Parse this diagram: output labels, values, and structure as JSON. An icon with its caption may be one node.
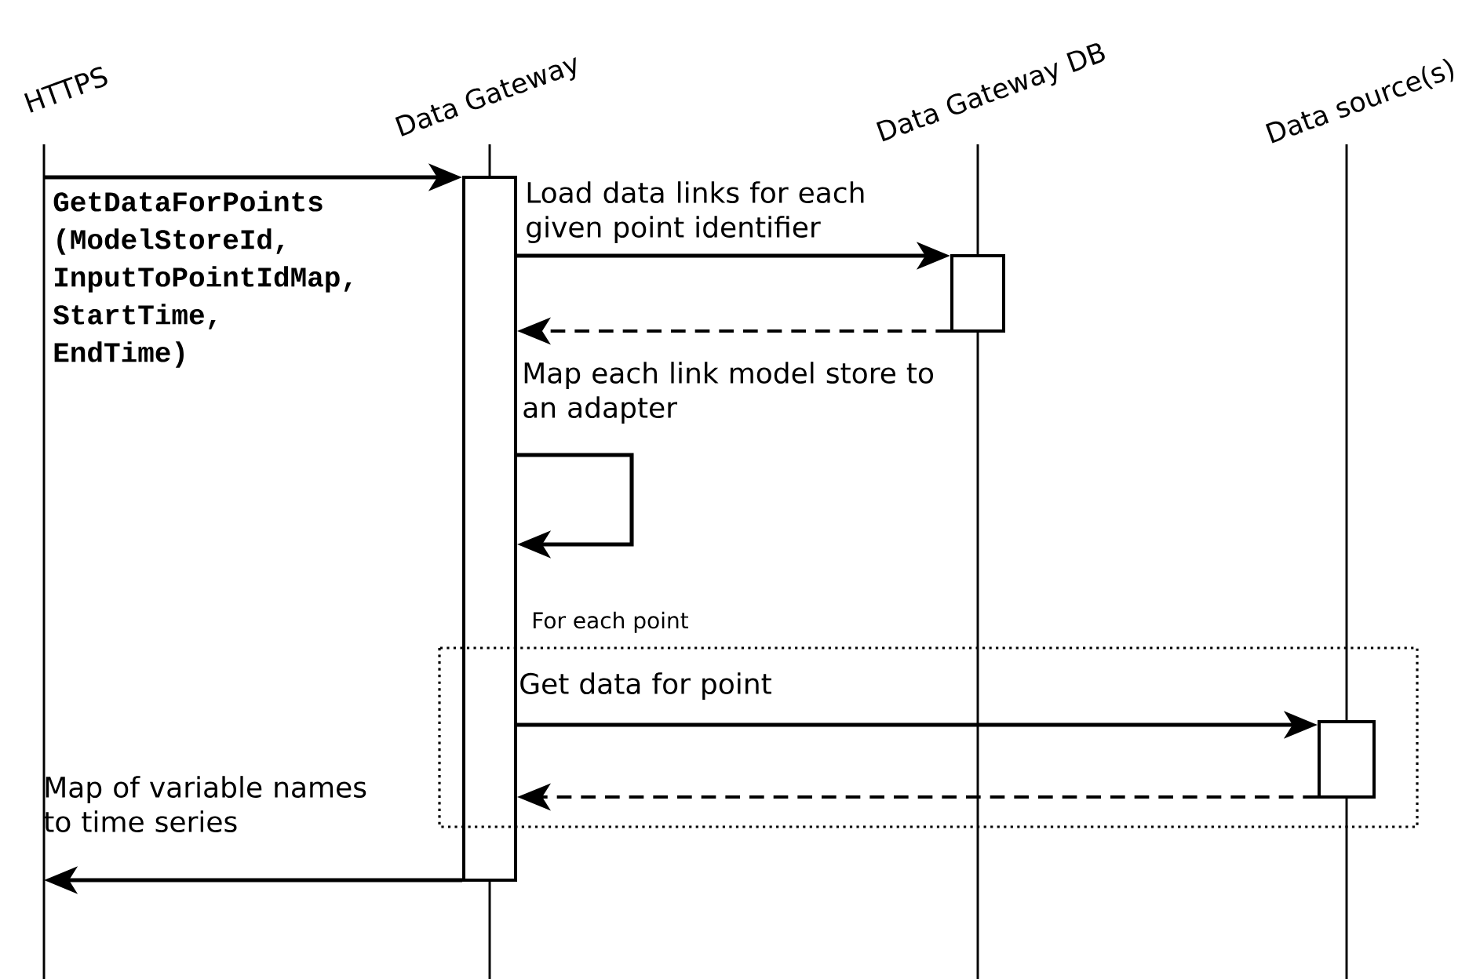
{
  "diagram": {
    "nodes": [
      {
        "text": [
          "HTTPS"
        ]
      },
      {
        "text": [
          "Data Gateway"
        ]
      },
      {
        "text": [
          "Data Gateway DB"
        ]
      },
      {
        "text": [
          "Data source(s)"
        ]
      },
      {
        "text": [],
        "shape": "bar",
        "in": 1
      },
      {
        "text": [],
        "shape": "bar",
        "in": 2
      },
      {
        "text": [],
        "shape": "bar",
        "in": 3
      }
    ],
    "edges": [
      {
        "from": 0,
        "to": 4,
        "arrow": "to",
        "label": "GetDataForPoints (ModelStoreId, InputToPointIdMap, StartTime, EndTime)"
      },
      {
        "from": 4,
        "to": 5,
        "arrow": "to",
        "label": "Load data links for each given point identifier"
      },
      {
        "from": 5,
        "to": 4,
        "arrow": "to",
        "style": "dashed"
      },
      {
        "from": 4,
        "to": 4,
        "arrow": "to",
        "label": "Map each link model store to an adapter"
      },
      {
        "from": 4,
        "to": 6,
        "arrow": "to",
        "label": "Get data for point"
      },
      {
        "from": 6,
        "to": 4,
        "arrow": "to",
        "style": "dashed"
      },
      {
        "from": 4,
        "to": 0,
        "arrow": "to",
        "label": "Map of variable names to time series"
      }
    ],
    "labels": [
      "For  each point"
    ]
  }
}
